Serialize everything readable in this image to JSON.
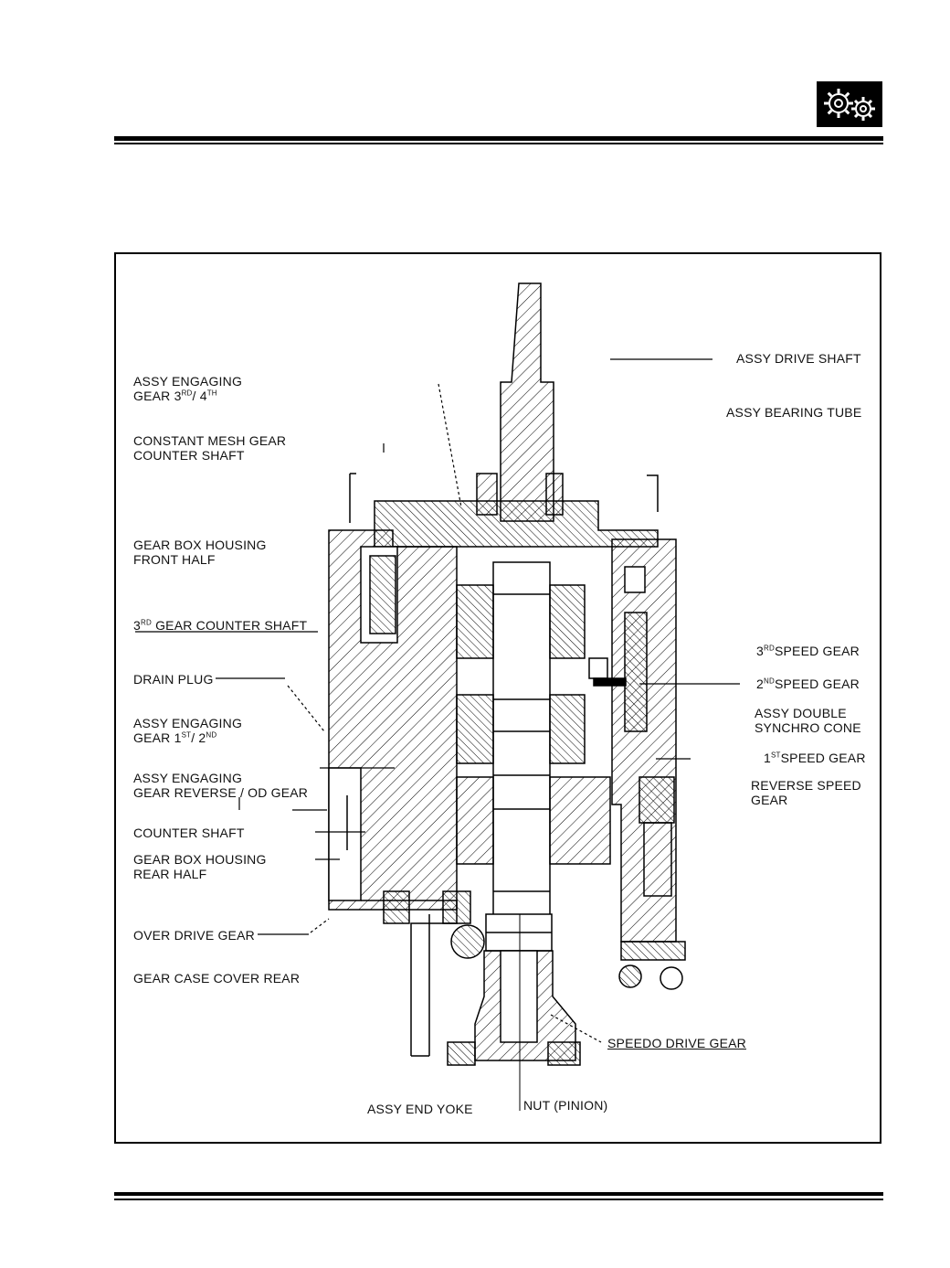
{
  "header": {
    "icon": "gears-icon"
  },
  "labels": {
    "assy_engaging_34": {
      "line1": "ASSY ENGAGING",
      "line2_pre": "GEAR 3",
      "line2_sup1": "RD",
      "line2_mid": "/ 4",
      "line2_sup2": "TH"
    },
    "constant_mesh": {
      "line1": "CONSTANT MESH GEAR",
      "line2": "COUNTER SHAFT"
    },
    "housing_front": {
      "line1": "GEAR BOX HOUSING",
      "line2": "FRONT HALF"
    },
    "gear3_counter": {
      "pre": "3",
      "sup": "RD",
      "post": "GEAR COUNTER SHAFT"
    },
    "drain_plug": "DRAIN PLUG",
    "assy_engaging_12": {
      "line1": "ASSY ENGAGING",
      "line2_pre": "GEAR 1",
      "line2_sup1": "ST",
      "line2_mid": "/ 2",
      "line2_sup2": "ND"
    },
    "assy_engaging_rev": {
      "line1": "ASSY ENGAGING",
      "line2": "GEAR REVERSE / OD GEAR"
    },
    "counter_shaft": "COUNTER SHAFT",
    "housing_rear": {
      "line1": "GEAR BOX HOUSING",
      "line2": "REAR HALF"
    },
    "over_drive": "OVER DRIVE GEAR",
    "case_cover": "GEAR CASE COVER REAR",
    "end_yoke": "ASSY END YOKE",
    "nut_pinion": "NUT (PINION)",
    "speedo": "SPEEDO DRIVE GEAR",
    "drive_shaft": "ASSY DRIVE SHAFT",
    "bearing_tube": "ASSY BEARING TUBE",
    "speed3": {
      "pre": "3",
      "sup": "RD",
      "post": "SPEED GEAR"
    },
    "speed2": {
      "pre": "2",
      "sup": "ND",
      "post": "SPEED GEAR"
    },
    "double_synchro": {
      "line1": "ASSY DOUBLE",
      "line2": "SYNCHRO CONE"
    },
    "speed1": {
      "pre": "1",
      "sup": "ST",
      "post": "SPEED GEAR"
    },
    "reverse_speed": {
      "line1": "REVERSE SPEED",
      "line2": "GEAR"
    }
  }
}
